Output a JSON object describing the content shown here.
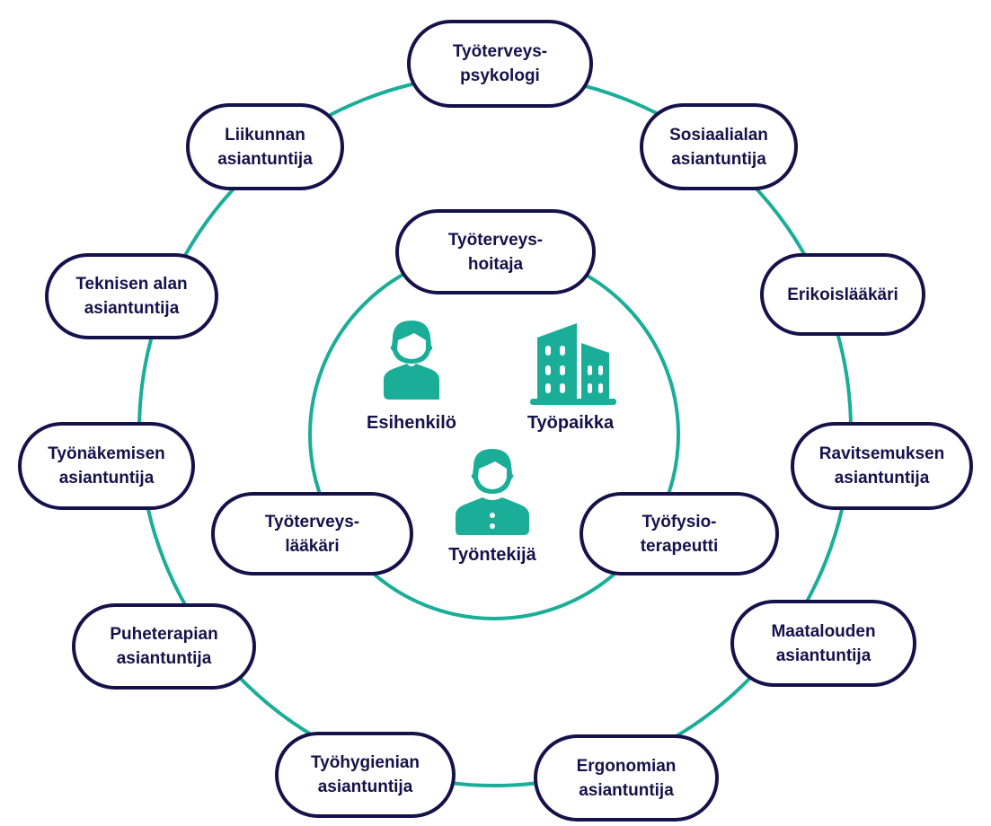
{
  "colors": {
    "accent": "#1aae98",
    "navy": "#15124b"
  },
  "outer_roles": [
    "Työterveys-\npsykologi",
    "Sosiaalialan\nasiantuntija",
    "Erikoislääkäri",
    "Ravitsemuksen\nasiantuntija",
    "Maatalouden\nasiantuntija",
    "Ergonomian\nasiantuntija",
    "Työhygienian\nasiantuntija",
    "Puheterapian\nasiantuntija",
    "Työnäkemisen\nasiantuntija",
    "Teknisen alan\nasiantuntija",
    "Liikunnan\nasiantuntija"
  ],
  "inner_roles": [
    "Työterveys-\nhoitaja",
    "Työterveys-\nlääkäri",
    "Työfysio-\nterapeutti"
  ],
  "center": {
    "supervisor": "Esihenkilö",
    "workplace": "Työpaikka",
    "employee": "Työntekijä"
  }
}
